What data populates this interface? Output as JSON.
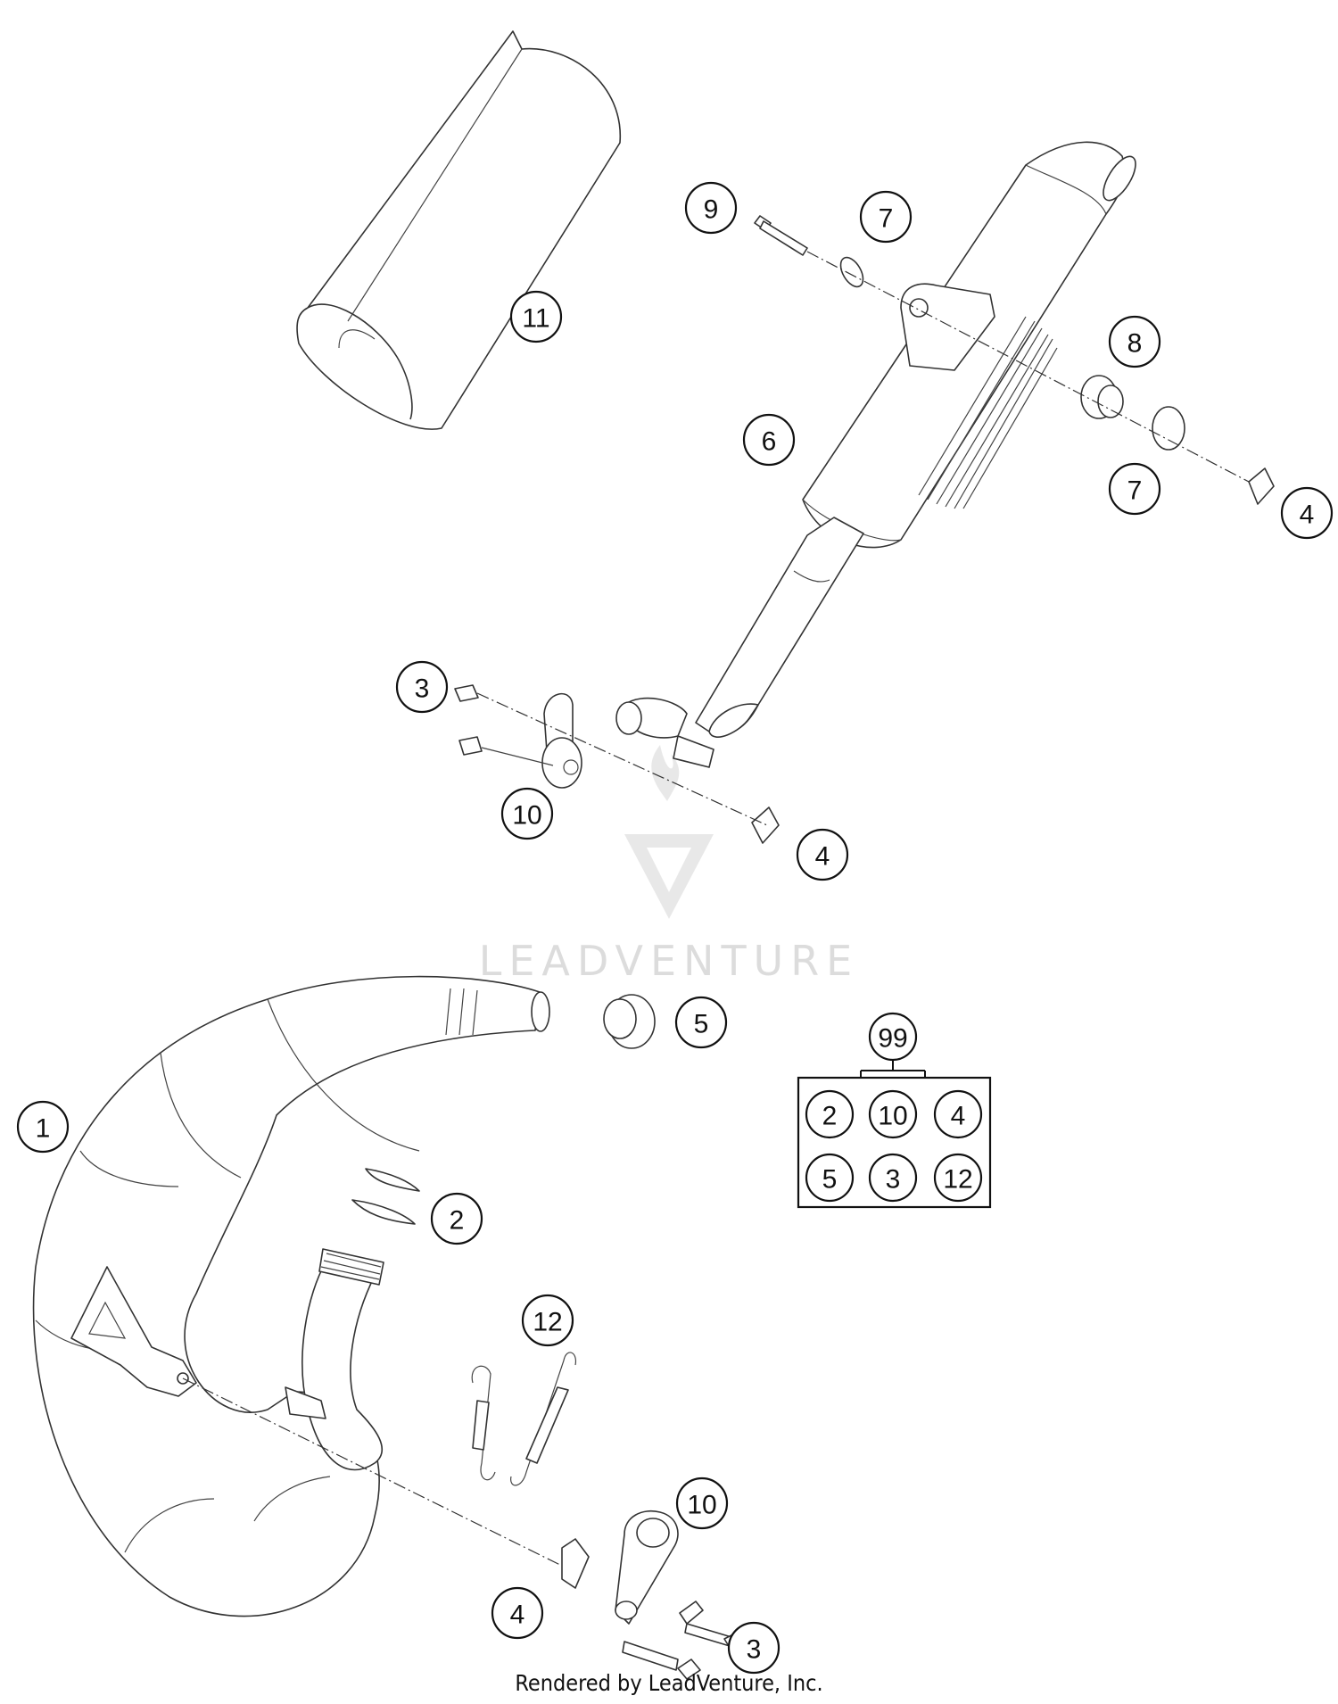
{
  "callouts": {
    "c11": "11",
    "c9": "9",
    "c7a": "7",
    "c8": "8",
    "c6": "6",
    "c7b": "7",
    "c4a": "4",
    "c3a": "3",
    "c10a": "10",
    "c4b": "4",
    "c5": "5",
    "c99": "99",
    "c1": "1",
    "c2": "2",
    "c12": "12",
    "c10b": "10",
    "c4c": "4",
    "c3b": "3"
  },
  "kit_99": {
    "items": [
      "2",
      "10",
      "4",
      "5",
      "3",
      "12"
    ]
  },
  "watermark": {
    "text": "LEADVENTURE"
  },
  "footer": {
    "text": "Rendered by LeadVenture, Inc."
  }
}
